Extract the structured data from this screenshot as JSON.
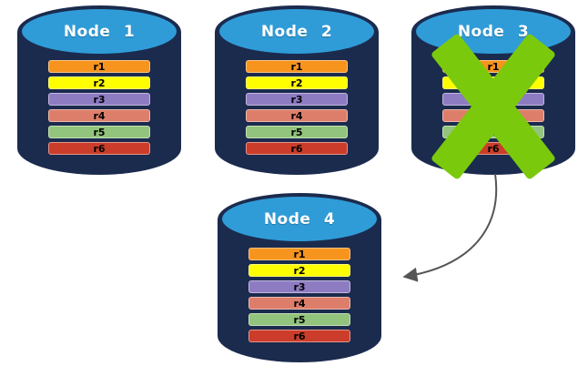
{
  "diagram": {
    "type": "database-replication-failover",
    "nodes": [
      {
        "label": "Node 1",
        "status": "active",
        "rows": [
          "r1",
          "r2",
          "r3",
          "r4",
          "r5",
          "r6"
        ]
      },
      {
        "label": "Node 2",
        "status": "active",
        "rows": [
          "r1",
          "r2",
          "r3",
          "r4",
          "r5",
          "r6"
        ]
      },
      {
        "label": "Node 3",
        "status": "failed",
        "rows": [
          "r1",
          "r2",
          "r3",
          "r4",
          "r5",
          "r6"
        ]
      },
      {
        "label": "Node 4",
        "status": "active",
        "rows": [
          "r1",
          "r2",
          "r3",
          "r4",
          "r5",
          "r6"
        ]
      }
    ],
    "row_colors": {
      "r1": "#F7941E",
      "r2": "#FEFE00",
      "r3": "#8E7CC3",
      "r4": "#DD7E6B",
      "r5": "#93C47D",
      "r6": "#CB3D2A"
    },
    "colors": {
      "cylinder_body": "#1B2B4E",
      "cylinder_top": "#2F9CD8",
      "failure_x": "#7BC90C",
      "arrow": "#555555",
      "row_label_text": "#000000",
      "node_label_text": "#FFFFFF",
      "background": "#FFFFFF"
    },
    "failure_marker": {
      "node": "Node 3",
      "shape": "x-mark"
    },
    "arrow": {
      "from": "Node 3",
      "to": "Node 4",
      "style": "curved"
    }
  }
}
